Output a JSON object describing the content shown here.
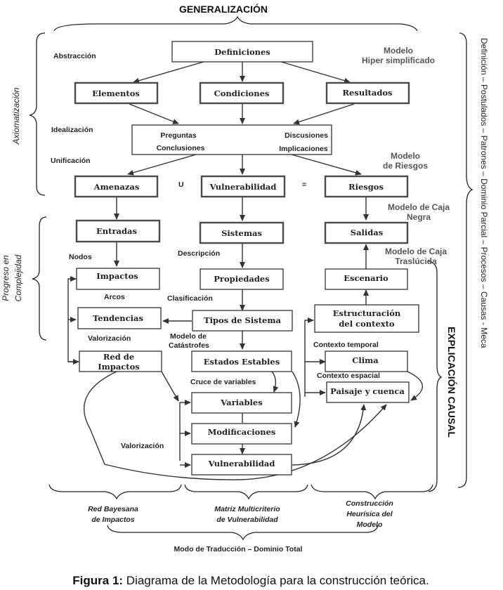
{
  "header": {
    "title": "GENERALIZACIÓN"
  },
  "side_labels": {
    "axiomatizacion": "Axiomatización",
    "progreso_1": "Progreso en",
    "progreso_2": "Complejidad",
    "right_long": "Definición – Postulados – Patrones – Dominio Parcial – Procesos – Causas - Meca",
    "explicacion": "EXPLICACIÓN CAUSAL"
  },
  "annotations": {
    "abstraccion": "Abstracción",
    "idealizacion": "Idealización",
    "unificacion": "Unificación",
    "modelo_hiper_1": "Modelo",
    "modelo_hiper_2": "Hiper simplificado",
    "modelo_riesgos_1": "Modelo",
    "modelo_riesgos_2": "de Riesgos",
    "union": "U",
    "equals": "=",
    "caja_negra_1": "Modelo de Caja",
    "caja_negra_2": "Negra",
    "caja_trasl_1": "Modelo  de Caja",
    "caja_trasl_2": "Traslúcida",
    "nodos": "Nodos",
    "arcos": "Arcos",
    "valorizacion_1": "Valorización",
    "descripcion": "Descripción",
    "clasificacion": "Clasificación",
    "catastrofes_1": "Modelo de",
    "catastrofes_2": "Catástrofes",
    "cruce": "Cruce de variables",
    "valorizacion_2": "Valorización",
    "ctx_temporal": "Contexto temporal",
    "ctx_espacial": "Contexto espacial"
  },
  "boxes": {
    "definiciones": "Definiciones",
    "elementos": "Elementos",
    "condiciones": "Condiciones",
    "resultados": "Resultados",
    "preguntas": "Preguntas",
    "conclusiones": "Conclusiones",
    "discusiones": "Discusiones",
    "implicaciones": "Implicaciones",
    "amenazas": "Amenazas",
    "vulnerabilidad_top": "Vulnerabilidad",
    "riesgos": "Riesgos",
    "entradas": "Entradas",
    "sistemas": "Sistemas",
    "salidas": "Salidas",
    "impactos": "Impactos",
    "propiedades": "Propiedades",
    "escenario": "Escenario",
    "tendencias": "Tendencias",
    "tipos_sistema": "Tipos de Sistema",
    "estructuracion_1": "Estructuración",
    "estructuracion_2": "del contexto",
    "red_impactos_1": "Red de",
    "red_impactos_2": "Impactos",
    "estados_estables": "Estados Estables",
    "clima": "Clima",
    "variables": "Variables",
    "paisaje": "Paisaje y cuenca",
    "modificaciones": "Modificaciones",
    "vulnerabilidad_bottom": "Vulnerabilidad"
  },
  "bottom": {
    "red_bayesana_1": "Red Bayesana",
    "red_bayesana_2": "de Impactos",
    "matriz_1": "Matriz Multicriterio",
    "matriz_2": "de Vulnerabilidad",
    "construccion_1": "Construcción",
    "construccion_2": "Heurísica del",
    "construccion_3": "Modelo",
    "modo": "Modo de Traducción – Dominio Total"
  },
  "caption": {
    "label": "Figura 1:",
    "text": " Diagrama de la Metodología para la construcción teórica."
  }
}
